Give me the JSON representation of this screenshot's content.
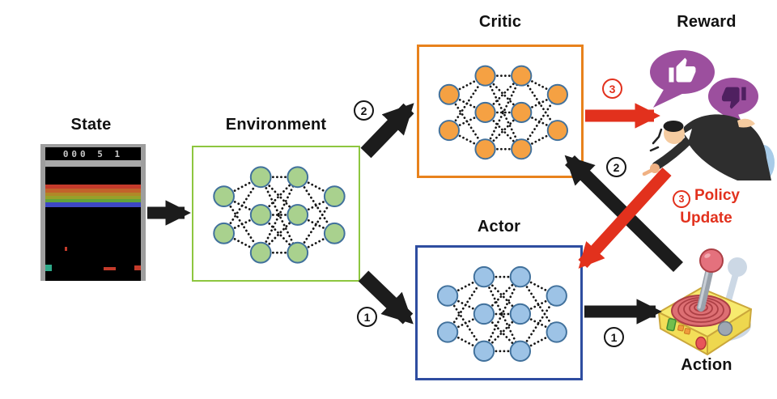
{
  "labels": {
    "state": "State",
    "environment": "Environment",
    "critic": "Critic",
    "actor": "Actor",
    "reward": "Reward",
    "action": "Action"
  },
  "state_screen": {
    "score": "000 5 1"
  },
  "steps": {
    "env_to_critic": "2",
    "env_to_actor": "1",
    "critic_to_reward": "3",
    "reward_to_critic": "2",
    "actor_to_action": "1"
  },
  "policy_update": {
    "number": "3",
    "text_line1": "Policy",
    "text_line2": "Update"
  },
  "icons": {
    "reward": "thumbs-up-down-speech-bubbles-with-referee-man",
    "action": "arcade-joystick"
  },
  "colors": {
    "arrow_black": "#1c1c1c",
    "arrow_red": "#e2311d",
    "env_border": "#8dc63f",
    "critic_border": "#e8821c",
    "actor_border": "#2e4da0",
    "env_node": "#a9d18e",
    "critic_node": "#f5a143",
    "actor_node": "#9dc3e6",
    "node_stroke": "#41719c",
    "bubble_purple": "#9c4f9e"
  }
}
